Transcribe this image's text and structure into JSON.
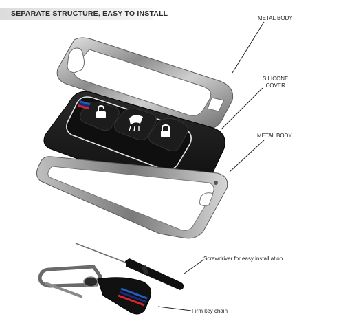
{
  "header": {
    "title": "SEPARATE STRUCTURE, EASY TO INSTALL"
  },
  "callouts": {
    "metal_body_top": "METAL BODY",
    "silicone_cover_line1": "SILICONE",
    "silicone_cover_line2": "COVER",
    "metal_body_bottom": "METAL BODY",
    "screwdriver": "Screwdriver for easy install ation",
    "key_chain": "Firm key chain"
  },
  "icons": [
    "unlock-icon",
    "trunk-icon",
    "lock-icon"
  ],
  "colors": {
    "stripe_blue": "#1f5fbf",
    "stripe_darkblue": "#1b2a80",
    "stripe_red": "#d8262a",
    "metal": "#8a8a8a",
    "silicone": "#141414"
  }
}
